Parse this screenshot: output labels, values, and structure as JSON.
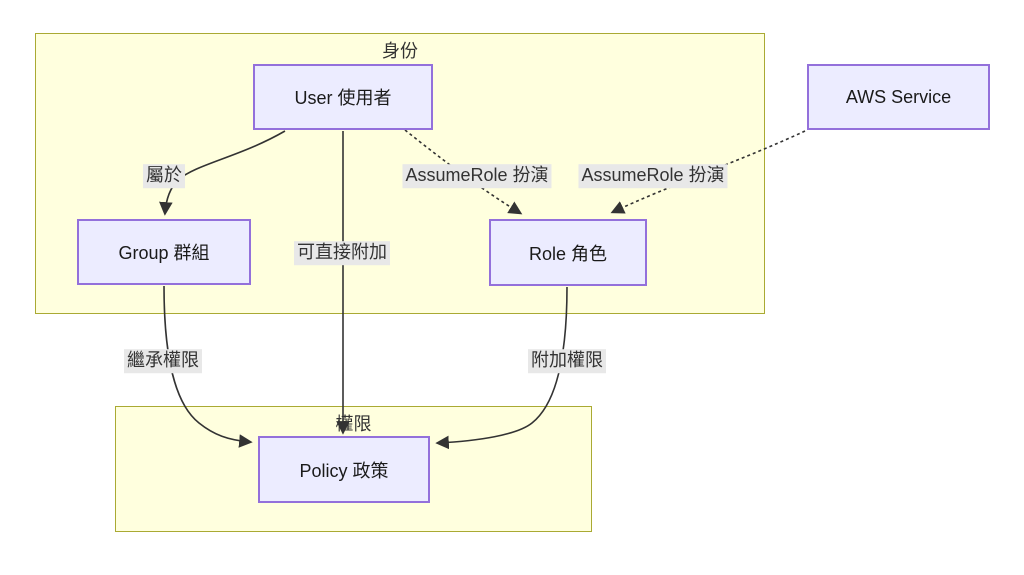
{
  "diagram": {
    "kind": "flowchart",
    "clusters": {
      "identity": {
        "label": "身份"
      },
      "permissions": {
        "label": "權限"
      }
    },
    "nodes": {
      "user": {
        "label": "User 使用者"
      },
      "aws_service": {
        "label": "AWS Service"
      },
      "group": {
        "label": "Group 群組"
      },
      "role": {
        "label": "Role 角色"
      },
      "policy": {
        "label": "Policy 政策"
      }
    },
    "edges": [
      {
        "from": "User 使用者",
        "to": "Group 群組",
        "label": "屬於",
        "style": "solid"
      },
      {
        "from": "User 使用者",
        "to": "Policy 政策",
        "label": "可直接附加",
        "style": "solid"
      },
      {
        "from": "User 使用者",
        "to": "Role 角色",
        "label": "AssumeRole 扮演",
        "style": "dotted"
      },
      {
        "from": "AWS Service",
        "to": "Role 角色",
        "label": "AssumeRole 扮演",
        "style": "dotted"
      },
      {
        "from": "Group 群組",
        "to": "Policy 政策",
        "label": "繼承權限",
        "style": "solid"
      },
      {
        "from": "Role 角色",
        "to": "Policy 政策",
        "label": "附加權限",
        "style": "solid"
      }
    ],
    "colors": {
      "node_fill": "#ECECFF",
      "node_border": "#9370DB",
      "cluster_fill": "#FFFFDE",
      "cluster_border": "#AAAA33",
      "edge_stroke": "#333333",
      "edge_label_bg": "#E8E8E8",
      "text": "#333333",
      "background": "#FFFFFF"
    }
  }
}
